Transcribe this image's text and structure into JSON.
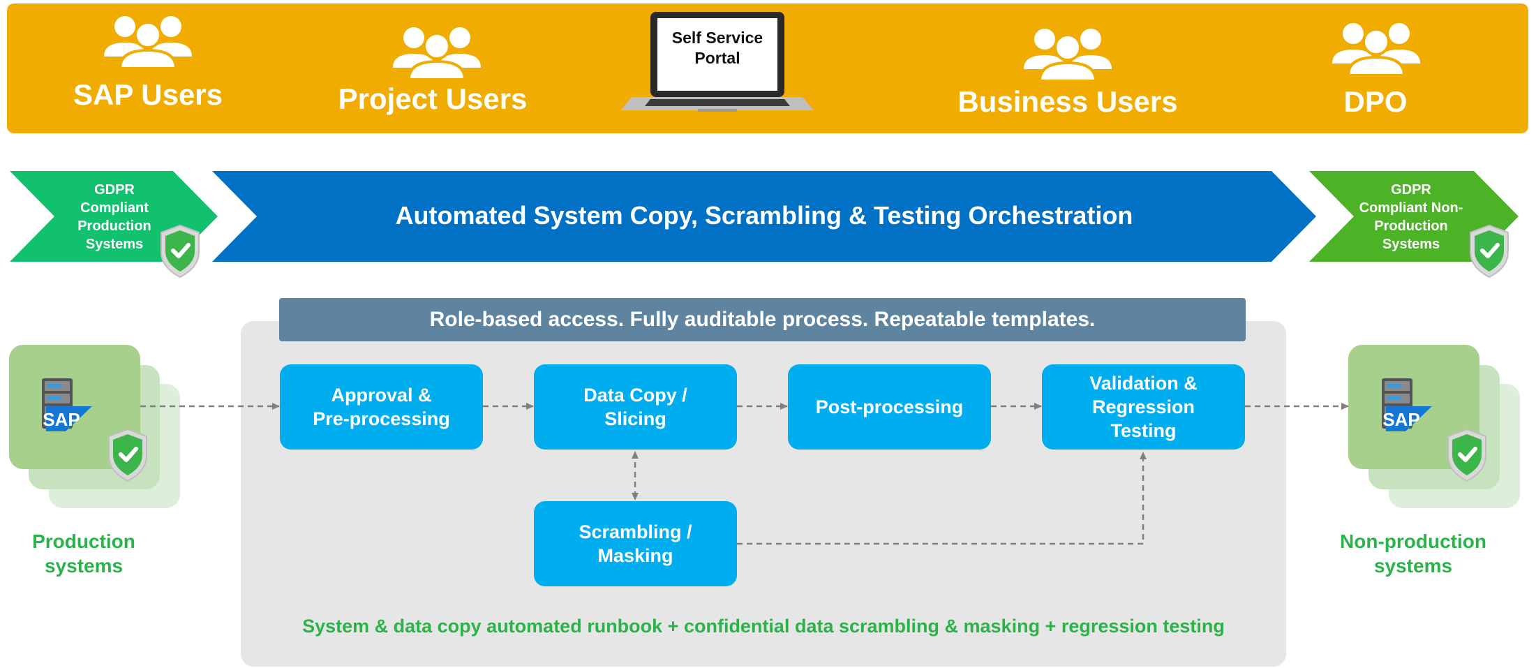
{
  "users": [
    {
      "label": "SAP Users",
      "icon": "user-group-icon"
    },
    {
      "label": "Project Users",
      "icon": "user-group-icon"
    },
    {
      "label": "Business Users",
      "icon": "user-group-icon"
    },
    {
      "label": "DPO",
      "icon": "user-group-icon"
    }
  ],
  "portal": {
    "line1": "Self Service",
    "line2": "Portal",
    "icon": "laptop-icon"
  },
  "gdpr_left": {
    "lines": [
      "GDPR",
      "Compliant",
      "Production",
      "Systems"
    ],
    "icon": "shield-check-icon"
  },
  "orchestration": {
    "title": "Automated System Copy, Scrambling & Testing Orchestration"
  },
  "gdpr_right": {
    "lines": [
      "GDPR",
      "Compliant Non-",
      "Production",
      "Systems"
    ],
    "icon": "shield-check-icon"
  },
  "role_bar": "Role-based access. Fully auditable process. Repeatable templates.",
  "steps": [
    {
      "line1": "Approval &",
      "line2": "Pre-processing"
    },
    {
      "line1": "Data Copy /",
      "line2": "Slicing"
    },
    {
      "line1": "Post-processing"
    },
    {
      "line1": "Validation &",
      "line2": "Regression",
      "line3": "Testing"
    },
    {
      "line1": "Scrambling /",
      "line2": "Masking"
    }
  ],
  "footer": "System & data copy automated runbook + confidential data scrambling & masking + regression testing",
  "production": {
    "line1": "Production",
    "line2": "systems",
    "logo": "SAP"
  },
  "nonproduction": {
    "line1": "Non-production",
    "line2": "systems",
    "logo": "SAP"
  },
  "colors": {
    "banner": "#F0AC00",
    "gdpr_green_left": "#12C16D",
    "gdpr_green_right": "#4CB326",
    "main_blue": "#0071C5",
    "step_blue": "#00ADEF",
    "role_bar": "#5F84A0",
    "label_green": "#2BB34A"
  }
}
